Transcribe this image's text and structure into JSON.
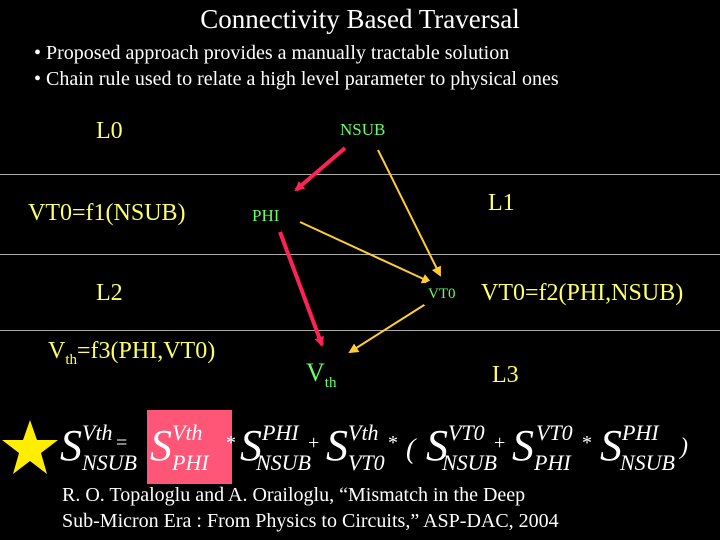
{
  "title": "Connectivity Based Traversal",
  "bullets": [
    "• Proposed approach provides a manually tractable solution",
    "• Chain rule used to relate a high level parameter to physical ones"
  ],
  "levels": {
    "l0": "L0",
    "l1": "L1",
    "l2": "L2",
    "l3": "L3"
  },
  "nodes": {
    "nsub": "NSUB",
    "phi": "PHI",
    "vt0": "VT0",
    "vth_base": "V",
    "vth_sub": "th"
  },
  "functions": {
    "f1": "VT0=f1(NSUB)",
    "f2": "VT0=f2(PHI,NSUB)",
    "f3_base": "V",
    "f3_sub": "th",
    "f3_rest": "=f3(PHI,VT0)"
  },
  "equation": {
    "S": "S",
    "vth": "Vth",
    "vt0": "VT0",
    "phi": "PHI",
    "nsub": "NSUB",
    "eq": "=",
    "times": "*",
    "plus": "+",
    "lparen": "(",
    "rparen": ")"
  },
  "star_icon": "star-icon",
  "colors": {
    "yellow": "#ffff66",
    "green": "#66ff66",
    "red_arrow": "#ff2255",
    "yellow_arrow": "#ffcc33",
    "highlight": "#ff5577",
    "star": "#ffee00"
  },
  "reference": [
    "R. O. Topaloglu and A. Orailoglu, “Mismatch in the Deep",
    "Sub-Micron Era : From Physics to Circuits,” ASP-DAC, 2004"
  ]
}
